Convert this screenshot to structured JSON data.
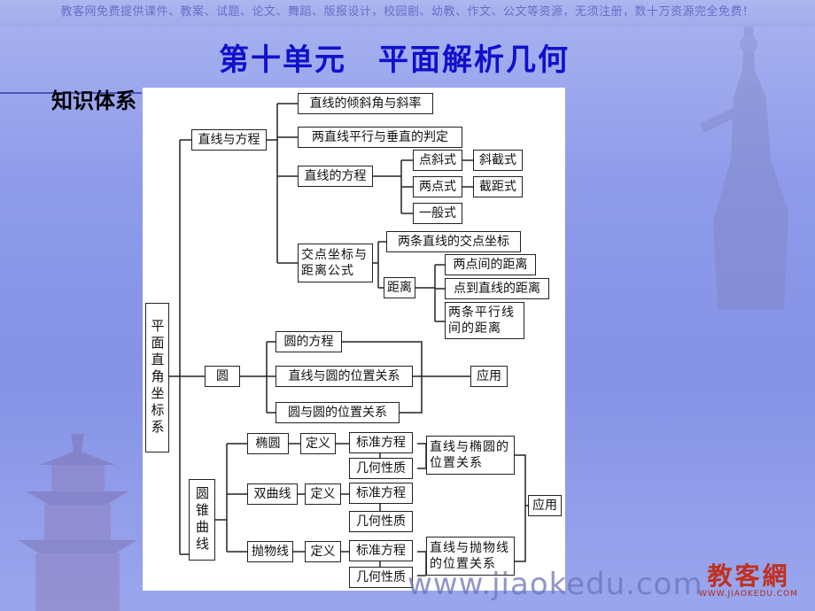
{
  "banner": "教客网免费提供课件、教案、试题、论文、舞蹈、版报设计，校园剧、幼教、作文、公文等资源，无须注册，数十万资源完全免费！",
  "title": "第十单元　平面解析几何",
  "subtitle": "知识体系",
  "watermark": "www.jiaokedu.com",
  "logo": {
    "cn": "教客網",
    "en": "WWW.JIAOKEDU.COM"
  },
  "nodes": {
    "root": "平面直角坐标系",
    "line_eq": "直线与方程",
    "incline": "直线的倾斜角与斜率",
    "parallel": "两直线平行与垂直的判定",
    "line_forms": "直线的方程",
    "point_slope": "点斜式",
    "slope_int": "斜截式",
    "two_point": "两点式",
    "intercept": "截距式",
    "general": "一般式",
    "intersect_dist": "交点坐标与距离公式",
    "intersect": "两条直线的交点坐标",
    "distance": "距离",
    "pp_dist": "两点间的距离",
    "pl_dist": "点到直线的距离",
    "parallel_dist": "两条平行线间的距离",
    "circle": "圆",
    "circle_eq": "圆的方程",
    "line_circle": "直线与圆的位置关系",
    "circle_circle": "圆与圆的位置关系",
    "app1": "应用",
    "conic": "圆锥曲线",
    "ellipse": "椭圆",
    "hyperbola": "双曲线",
    "parabola": "抛物线",
    "def1": "定义",
    "def2": "定义",
    "def3": "定义",
    "std1": "标准方程",
    "std2": "标准方程",
    "std3": "标准方程",
    "geo1": "几何性质",
    "geo2": "几何性质",
    "geo3": "几何性质",
    "line_ellipse": "直线与椭圆的位置关系",
    "line_parabola": "直线与抛物线的位置关系",
    "app2": "应用"
  }
}
